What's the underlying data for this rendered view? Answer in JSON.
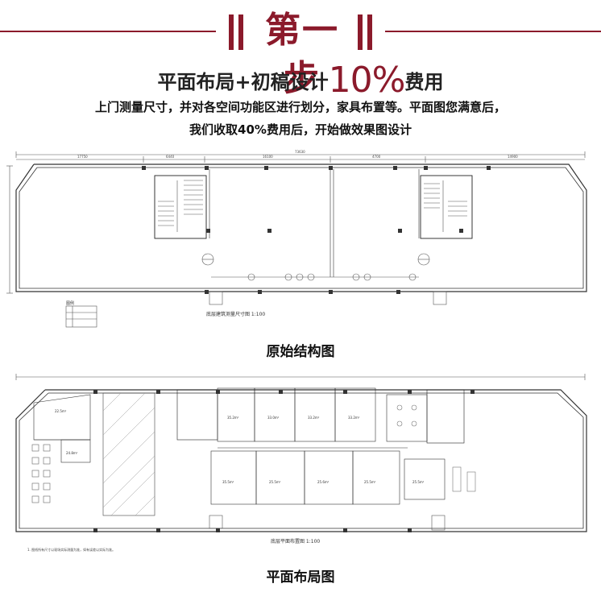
{
  "header": {
    "step_title": "第一步",
    "accent_color": "#8b1a2b"
  },
  "subtitle": {
    "part1": "平面布局+初稿设计",
    "percent": "10%",
    "part2": "费用"
  },
  "description": {
    "line1": "上门测量尺寸，并对各空间功能区进行划分，家具布置等。平面图您满意后，",
    "line2": "我们收取40%费用后，开始做效果图设计"
  },
  "plan_original": {
    "caption": "原始结构图",
    "drawing_title": "底层建筑测量尺寸图 1:100",
    "legend_title": "图例",
    "dims": [
      "17750",
      "6440",
      "16100",
      "4700",
      "14900",
      "73630"
    ]
  },
  "plan_layout": {
    "caption": "平面布局图",
    "drawing_title": "底层平面布置图 1:100",
    "note": "1. 图纸所有尺寸以现场实际测量为准，如有误差以实际为准。",
    "room_areas": [
      "22.5m²",
      "24.8m²",
      "35.2m²",
      "33.0m²",
      "33.2m²",
      "33.2m²",
      "35.5m²",
      "25.5m²",
      "25.6m²",
      "25.5m²",
      "25.5m²"
    ]
  }
}
